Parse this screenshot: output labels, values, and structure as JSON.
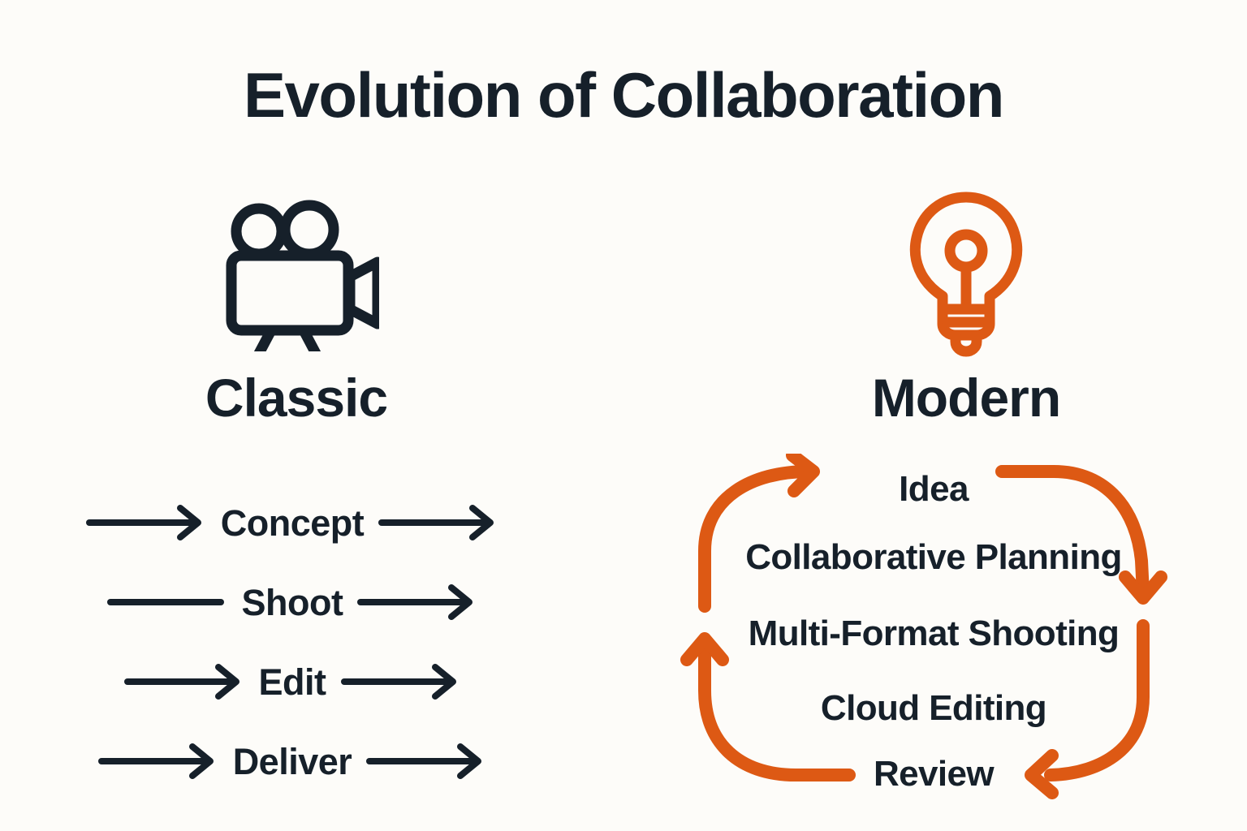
{
  "title": "Evolution of Collaboration",
  "colors": {
    "background": "#FDFCF9",
    "ink": "#16202A",
    "accent": "#DD5914"
  },
  "left_column": {
    "icon": "film-camera-icon",
    "heading": "Classic",
    "flow_type": "linear",
    "steps": [
      {
        "label": "Concept",
        "left_arrowhead": true,
        "right_arrowhead": true
      },
      {
        "label": "Shoot",
        "left_arrowhead": false,
        "right_arrowhead": true
      },
      {
        "label": "Edit",
        "left_arrowhead": true,
        "right_arrowhead": true
      },
      {
        "label": "Deliver",
        "left_arrowhead": true,
        "right_arrowhead": true
      }
    ]
  },
  "right_column": {
    "icon": "lightbulb-icon",
    "heading": "Modern",
    "flow_type": "cycle",
    "steps": [
      {
        "label": "Idea"
      },
      {
        "label": "Collaborative Planning"
      },
      {
        "label": "Multi-Format Shooting"
      },
      {
        "label": "Cloud Editing"
      },
      {
        "label": "Review"
      }
    ],
    "cycle_arrows": [
      {
        "name": "top-left-arc",
        "direction": "right"
      },
      {
        "name": "top-right-arc",
        "direction": "down"
      },
      {
        "name": "bottom-right-arc",
        "direction": "left"
      },
      {
        "name": "bottom-left-arc",
        "direction": "up"
      }
    ]
  }
}
